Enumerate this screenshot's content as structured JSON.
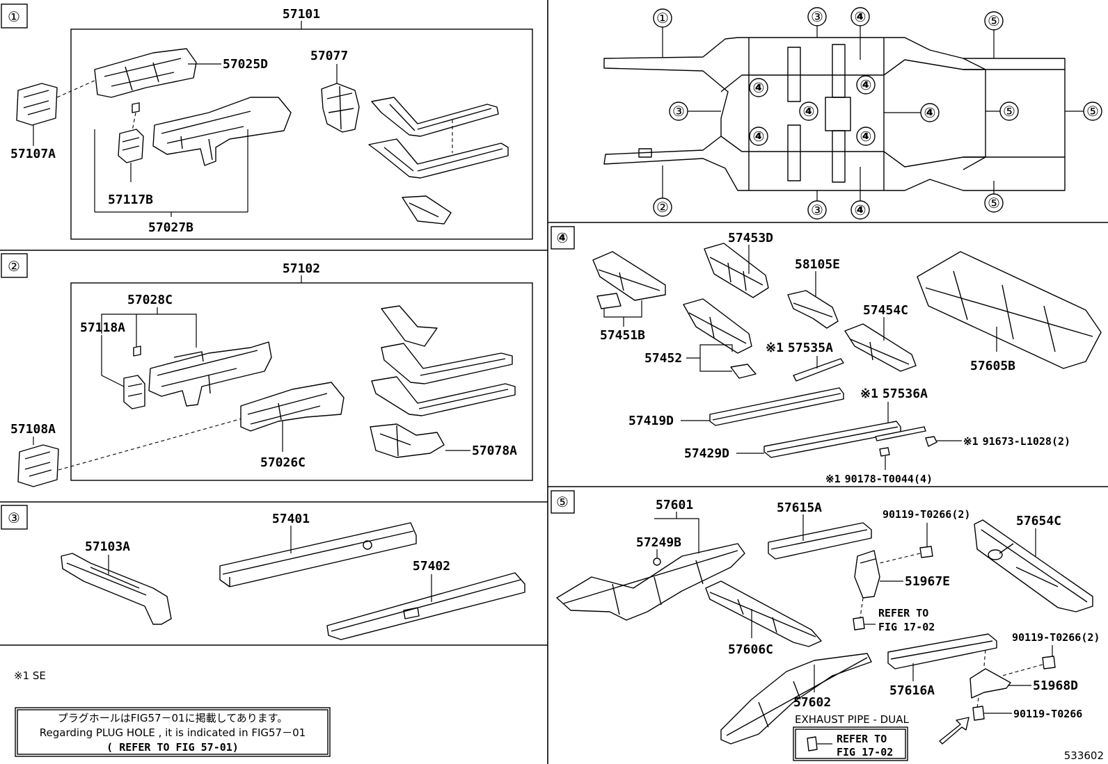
{
  "diagram_id": "533602",
  "sections": {
    "s1": {
      "marker": "①",
      "parts": {
        "p57101": "57101",
        "p57025D": "57025D",
        "p57077": "57077",
        "p57107A": "57107A",
        "p57117B": "57117B",
        "p57027B": "57027B"
      }
    },
    "s2": {
      "marker": "②",
      "parts": {
        "p57102": "57102",
        "p57028C": "57028C",
        "p57118A": "57118A",
        "p57108A": "57108A",
        "p57026C": "57026C",
        "p57078A": "57078A"
      }
    },
    "s3": {
      "marker": "③",
      "parts": {
        "p57401": "57401",
        "p57103A": "57103A",
        "p57402": "57402"
      }
    },
    "overview": {
      "markers": [
        "①",
        "②",
        "③",
        "④",
        "⑤"
      ]
    },
    "s4": {
      "marker": "④",
      "parts": {
        "p57453D": "57453D",
        "p58105E": "58105E",
        "p57451B": "57451B",
        "p57454C": "57454C",
        "p57452": "57452",
        "p57535A": "57535A",
        "p57605B": "57605B",
        "p57536A": "57536A",
        "p57419D": "57419D",
        "p57429D": "57429D",
        "p91673": "91673-L1028(2)",
        "p90178": "90178-T0044(4)"
      },
      "note_mark": "※1"
    },
    "s5": {
      "marker": "⑤",
      "parts": {
        "p57601": "57601",
        "p57615A": "57615A",
        "p90119a": "90119-T0266(2)",
        "p57654C": "57654C",
        "p57249B": "57249B",
        "p51967E": "51967E",
        "p57606C": "57606C",
        "p90119b": "90119-T0266(2)",
        "p57602": "57602",
        "p57616A": "57616A",
        "p51968D": "51968D",
        "p90119c": "90119-T0266"
      },
      "refer_1": "REFER TO",
      "refer_2": "FIG 17-02",
      "exhaust_label": "EXHAUST PIPE - DUAL",
      "refer_box_1": "REFER TO",
      "refer_box_2": "FIG 17-02"
    }
  },
  "footnote": "※1 SE",
  "note_box": {
    "line_jp": "プラグホールはFIG57－01に掲載してあります。",
    "line_en": "Regarding PLUG HOLE , it is indicated in FIG57－01",
    "line_ref": "( REFER TO FIG 57-01)"
  }
}
